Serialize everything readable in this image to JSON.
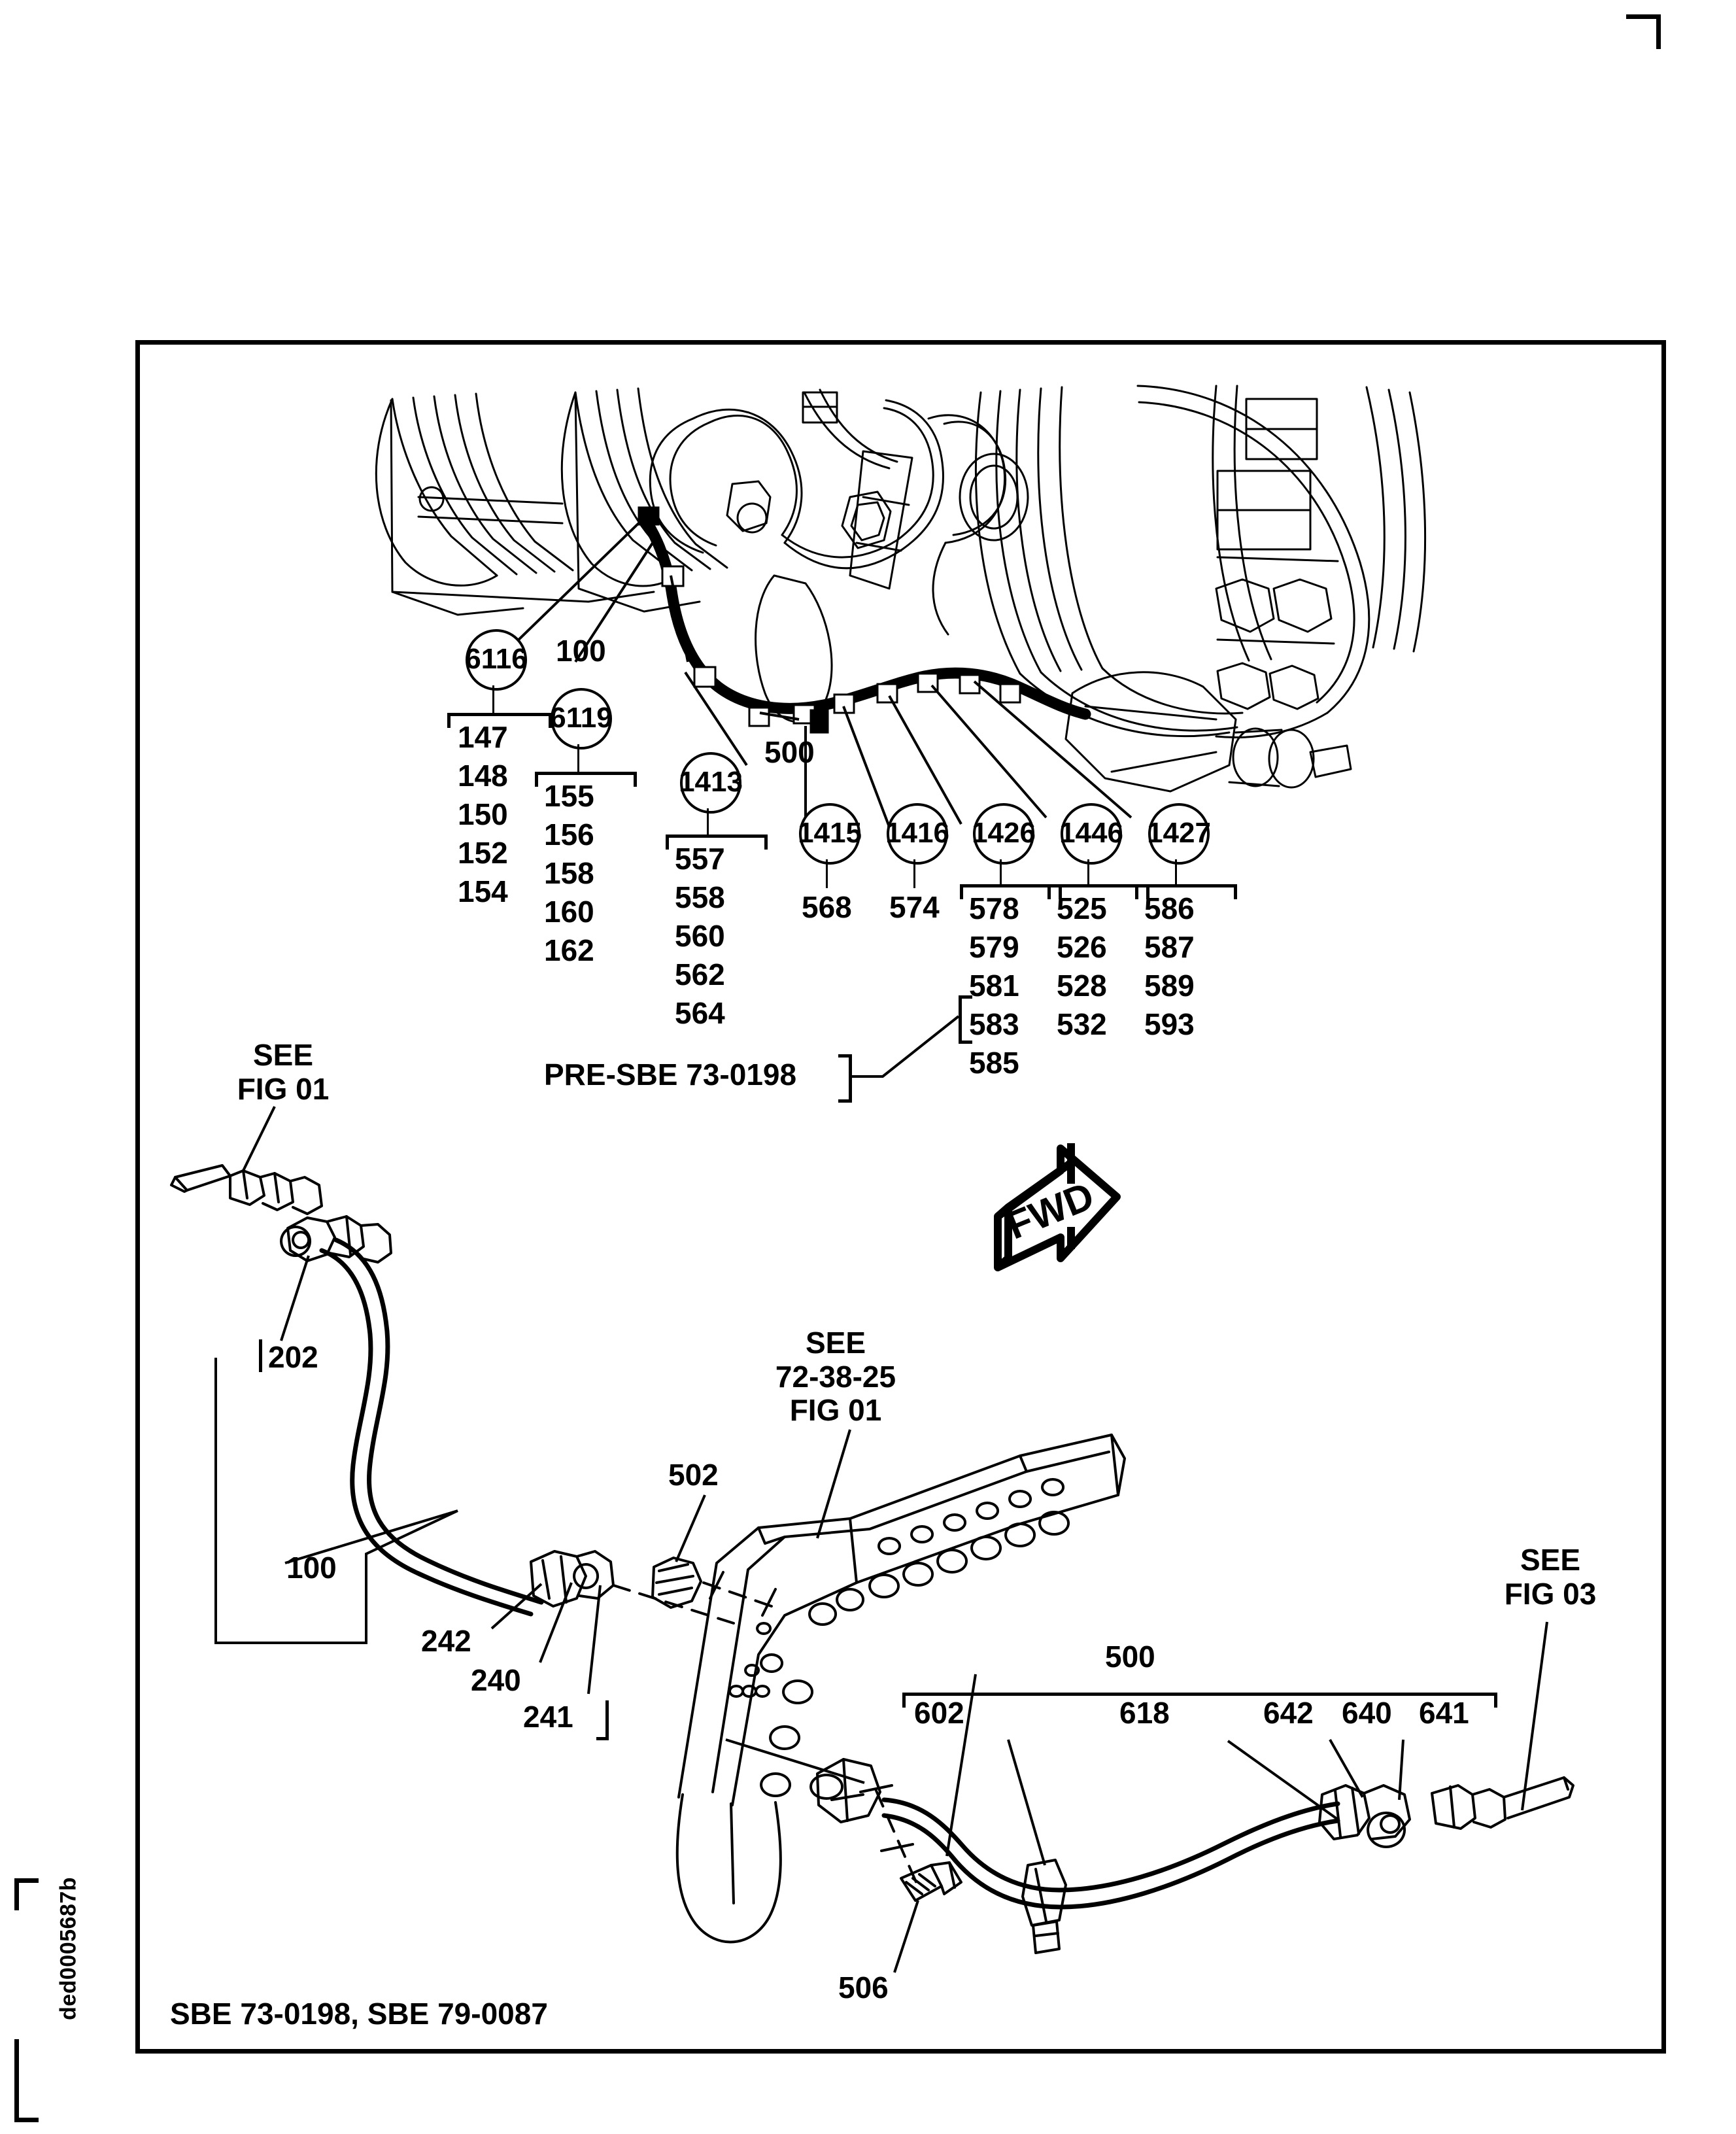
{
  "drawing": {
    "side_id": "ded0005687b",
    "bottom_caption": "SBE 73-0198, SBE 79-0087",
    "pre_sbe_note": "PRE-SBE 73-0198",
    "fwd_arrow_label": "FWD"
  },
  "top_view": {
    "flagnotes": [
      {
        "id": "6116",
        "items": [
          "147",
          "148",
          "150",
          "152",
          "154"
        ]
      },
      {
        "id": "6119",
        "items": [
          "155",
          "156",
          "158",
          "160",
          "162"
        ]
      },
      {
        "id": "1413",
        "items": [
          "557",
          "558",
          "560",
          "562",
          "564"
        ]
      },
      {
        "id": "1415",
        "items": [
          "568"
        ]
      },
      {
        "id": "1416",
        "items": [
          "574"
        ]
      },
      {
        "id": "1426",
        "items": [
          "578",
          "579",
          "581",
          "583",
          "585"
        ]
      },
      {
        "id": "1446",
        "items": [
          "525",
          "526",
          "528",
          "532"
        ]
      },
      {
        "id": "1427",
        "items": [
          "586",
          "587",
          "589",
          "593"
        ]
      }
    ],
    "plain_labels": [
      "100",
      "500"
    ]
  },
  "bottom_view": {
    "see_fig_01": [
      "SEE",
      "FIG 01"
    ],
    "see_72_38_25": [
      "SEE",
      "72-38-25",
      "FIG 01"
    ],
    "see_fig_03": [
      "SEE",
      "FIG 03"
    ],
    "callouts": [
      "202",
      "100",
      "242",
      "240",
      "241",
      "502",
      "506"
    ],
    "assembly_500": {
      "title": "500",
      "items": [
        "602",
        "618",
        "642",
        "640",
        "641"
      ]
    }
  }
}
